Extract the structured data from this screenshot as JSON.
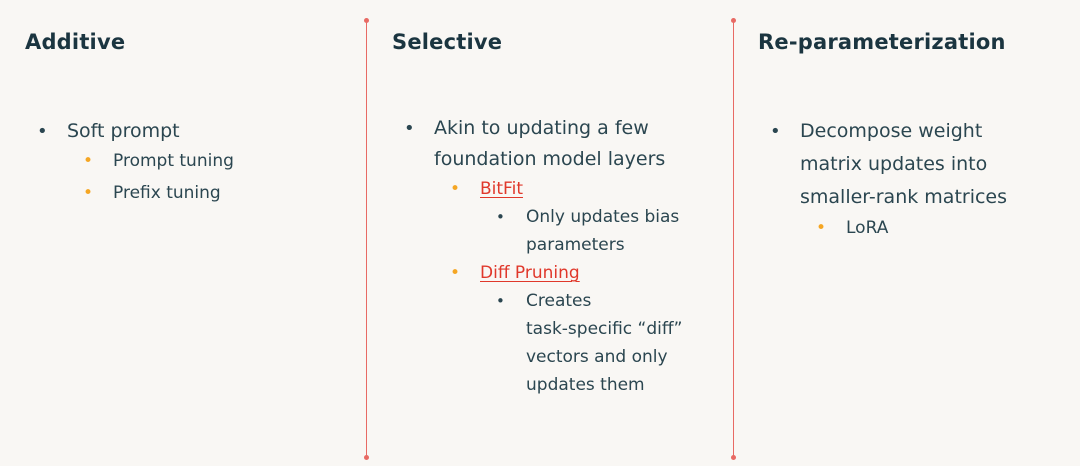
{
  "columns": {
    "additive": {
      "title": "Additive",
      "item": "Soft prompt",
      "subitems": [
        "Prompt tuning",
        "Prefix tuning"
      ]
    },
    "selective": {
      "title": "Selective",
      "item_line1": "Akin to updating a few",
      "item_line2": "foundation model layers",
      "sub1": {
        "label": "BitFit",
        "detail_line1": "Only updates bias",
        "detail_line2": "parameters"
      },
      "sub2": {
        "label": "Diff Pruning",
        "detail_line1": "Creates",
        "detail_line2": "task-specific “diff”",
        "detail_line3": "vectors and only",
        "detail_line4": "updates them"
      }
    },
    "reparam": {
      "title": "Re-parameterization",
      "item_line1": "Decompose weight",
      "item_line2": "matrix updates into",
      "item_line3": "smaller-rank matrices",
      "subitems": [
        "LoRA"
      ]
    }
  },
  "colors": {
    "bullet_level1": "#2b4650",
    "bullet_level2": "#f5a623",
    "link": "#e0382b",
    "divider": "#e86a64",
    "background": "#f9f7f4"
  }
}
